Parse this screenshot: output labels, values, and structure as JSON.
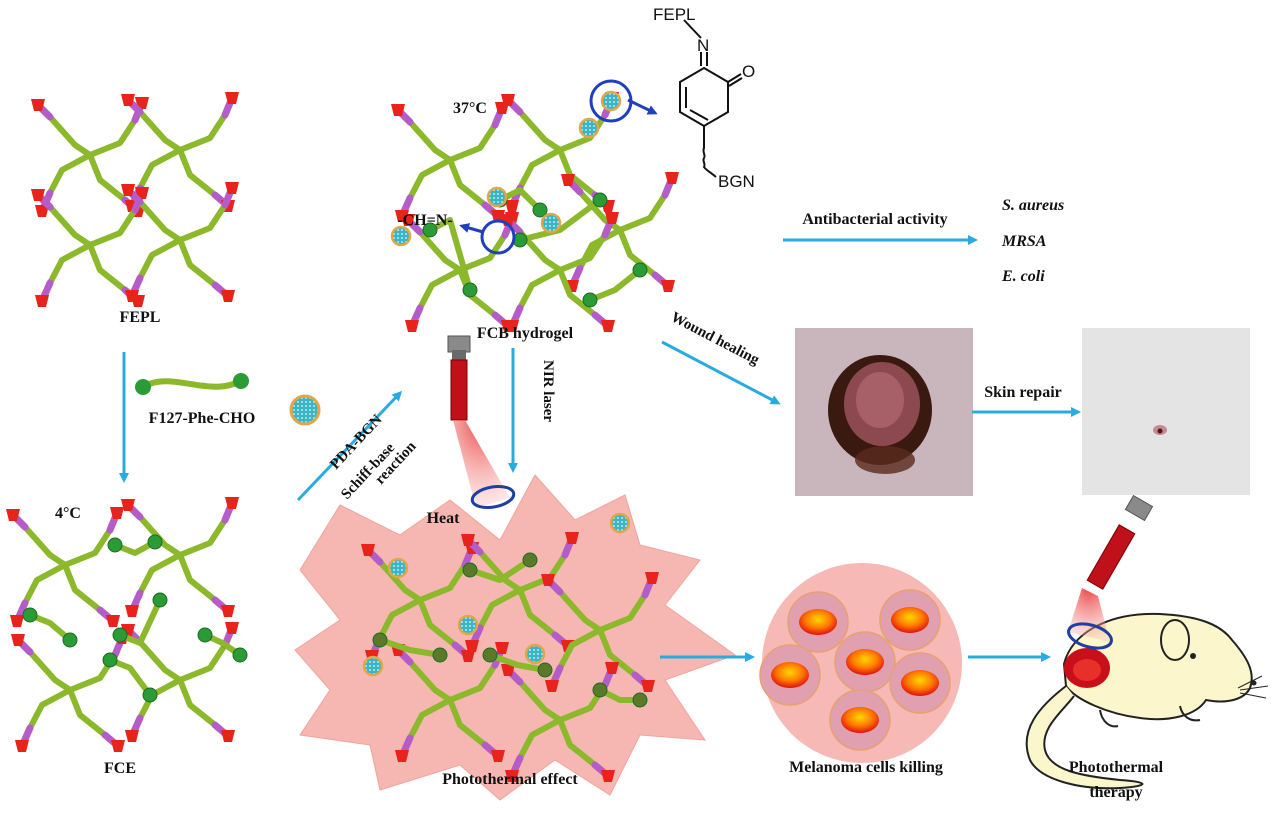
{
  "labels": {
    "fepl": "FEPL",
    "f127": "F127-Phe-CHO",
    "temp_cold": "4°C",
    "fce": "FCE",
    "temp_warm": "37°C",
    "imine": "-CH=N-",
    "fcb_hydrogel": "FCB hydrogel",
    "pda_bgn": "PDA-BGN",
    "schiff_base": "Schiff-base",
    "reaction": "reaction",
    "nir_laser": "NIR laser",
    "heat": "Heat",
    "photothermal_effect": "Photothermal effect",
    "antibacterial": "Antibacterial activity",
    "wound_healing": "Wound healing",
    "skin_repair": "Skin repair",
    "melanoma": "Melanoma cells killing",
    "photothermal_therapy_1": "Photothermal",
    "photothermal_therapy_2": "therapy"
  },
  "bacteria": [
    "S. aureus",
    "MRSA",
    "E. coli"
  ],
  "chem": {
    "fepl": "FEPL",
    "n": "N",
    "o": "O",
    "bgn": "BGN"
  },
  "colors": {
    "arrow": "#29abe2",
    "polymer_green": "#8cb82b",
    "polymer_purple": "#b45cc8",
    "end_red": "#e8231b",
    "bead_green": "#2a9b35",
    "circle_blue": "#1f3fbf",
    "burst_pink": "#f6b7b2",
    "cell_pink": "#f5b8b5",
    "wound_bg": "#c7b2b9",
    "skin_bg": "#e6e6e6"
  }
}
